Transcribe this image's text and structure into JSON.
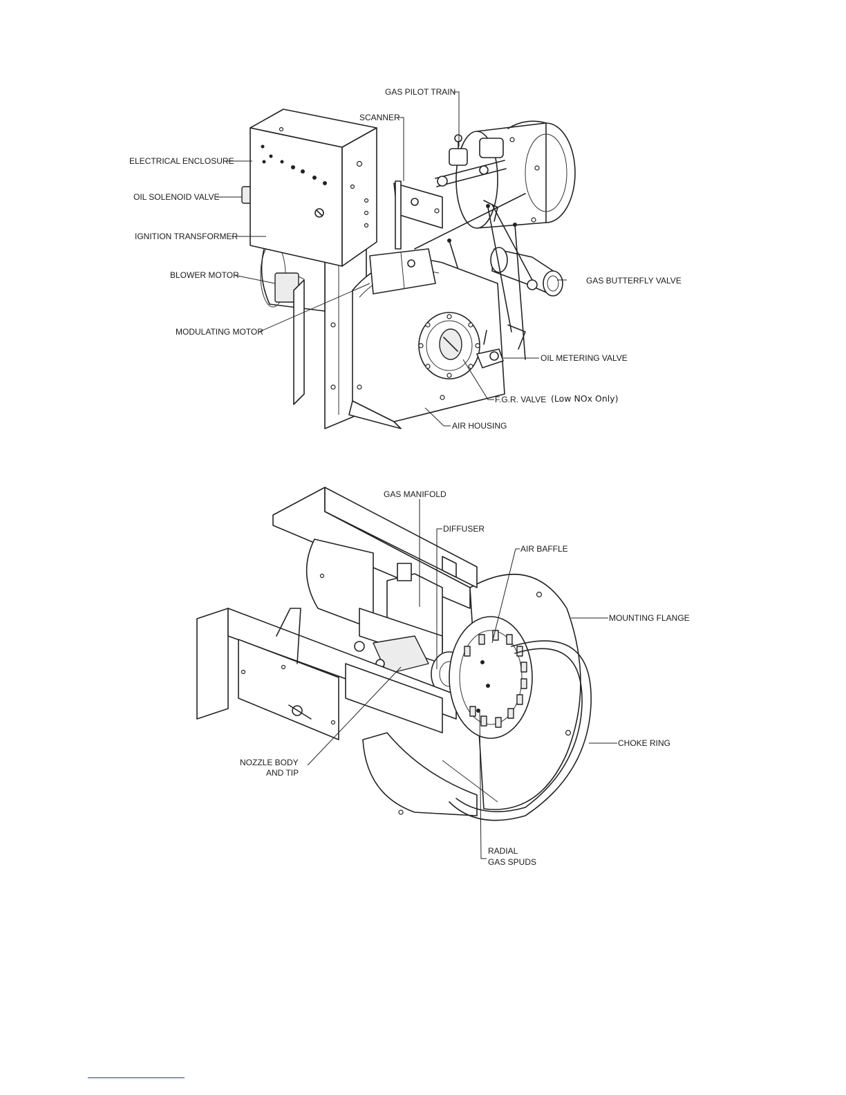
{
  "figure_top": {
    "labels": {
      "gas_pilot_train": "GAS PILOT TRAIN",
      "scanner": "SCANNER",
      "electrical_enclosure": "ELECTRICAL ENCLOSURE",
      "oil_solenoid_valve": "OIL SOLENOID VALVE",
      "ignition_transformer": "IGNITION TRANSFORMER",
      "blower_motor": "BLOWER MOTOR",
      "gas_butterfly_valve": "GAS BUTTERFLY VALVE",
      "modulating_motor": "MODULATING MOTOR",
      "oil_metering_valve": "OIL METERING VALVE",
      "fgr_valve": "F.G.R. VALVE",
      "fgr_note": "(Low NOx Only)",
      "air_housing": "AIR HOUSING"
    }
  },
  "figure_bottom": {
    "labels": {
      "gas_manifold": "GAS MANIFOLD",
      "diffuser": "DIFFUSER",
      "air_baffle": "AIR BAFFLE",
      "mounting_flange": "MOUNTING FLANGE",
      "nozzle_body_line1": "NOZZLE BODY",
      "nozzle_body_line2": "AND TIP",
      "choke_ring": "CHOKE RING",
      "radial_gas_spuds_line1": "RADIAL",
      "radial_gas_spuds_line2": "GAS SPUDS"
    }
  },
  "colors": {
    "ink": "#222222",
    "footer_rule": "#3355cc"
  }
}
